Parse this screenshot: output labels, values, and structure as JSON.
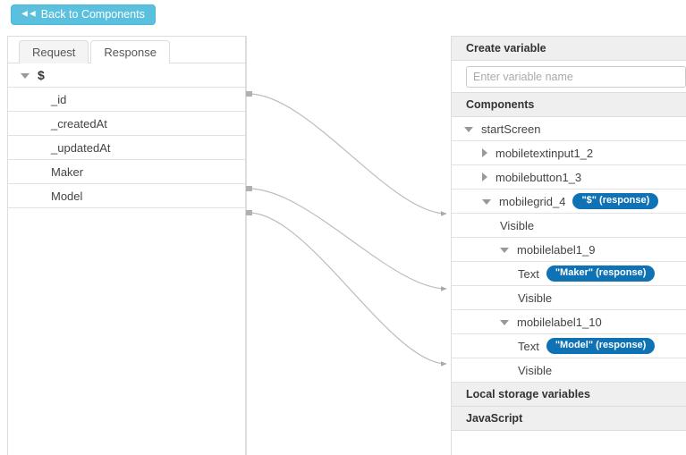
{
  "toolbar": {
    "back_label": "Back to Components",
    "back_icon": "rewind-double-left-icon",
    "accent_color": "#5bc0de"
  },
  "left_panel": {
    "tabs": [
      {
        "label": "Request",
        "active": false
      },
      {
        "label": "Response",
        "active": true
      }
    ],
    "tree": [
      {
        "label": "$",
        "type": "root",
        "expanded": true
      },
      {
        "label": "_id",
        "type": "child"
      },
      {
        "label": "_createdAt",
        "type": "child"
      },
      {
        "label": "_updatedAt",
        "type": "child"
      },
      {
        "label": "Maker",
        "type": "child"
      },
      {
        "label": "Model",
        "type": "child"
      }
    ]
  },
  "connections": [
    {
      "from": "$",
      "to": "mobilegrid_4"
    },
    {
      "from": "Maker",
      "to": "mobilelabel1_9.Text"
    },
    {
      "from": "Model",
      "to": "mobilelabel1_10.Text"
    }
  ],
  "right_panel": {
    "create_variable_header": "Create variable",
    "variable_input_placeholder": "Enter variable name",
    "variable_input_value": "",
    "components_header": "Components",
    "local_storage_header": "Local storage variables",
    "javascript_header": "JavaScript",
    "badge_color": "#0f72b5",
    "rows": [
      {
        "label": "startScreen",
        "level": 0,
        "caret": "open"
      },
      {
        "label": "mobiletextinput1_2",
        "level": 1,
        "caret": "closed"
      },
      {
        "label": "mobilebutton1_3",
        "level": 1,
        "caret": "closed"
      },
      {
        "label": "mobilegrid_4",
        "level": 1,
        "caret": "open",
        "badge": "\"$\" (response)"
      },
      {
        "label": "Visible",
        "level": 2,
        "caret": "none"
      },
      {
        "label": "mobilelabel1_9",
        "level": 2,
        "caret": "open"
      },
      {
        "label": "Text",
        "level": 3,
        "caret": "none",
        "badge": "\"Maker\" (response)"
      },
      {
        "label": "Visible",
        "level": 3,
        "caret": "none"
      },
      {
        "label": "mobilelabel1_10",
        "level": 2,
        "caret": "open"
      },
      {
        "label": "Text",
        "level": 3,
        "caret": "none",
        "badge": "\"Model\" (response)"
      },
      {
        "label": "Visible",
        "level": 3,
        "caret": "none"
      }
    ]
  }
}
